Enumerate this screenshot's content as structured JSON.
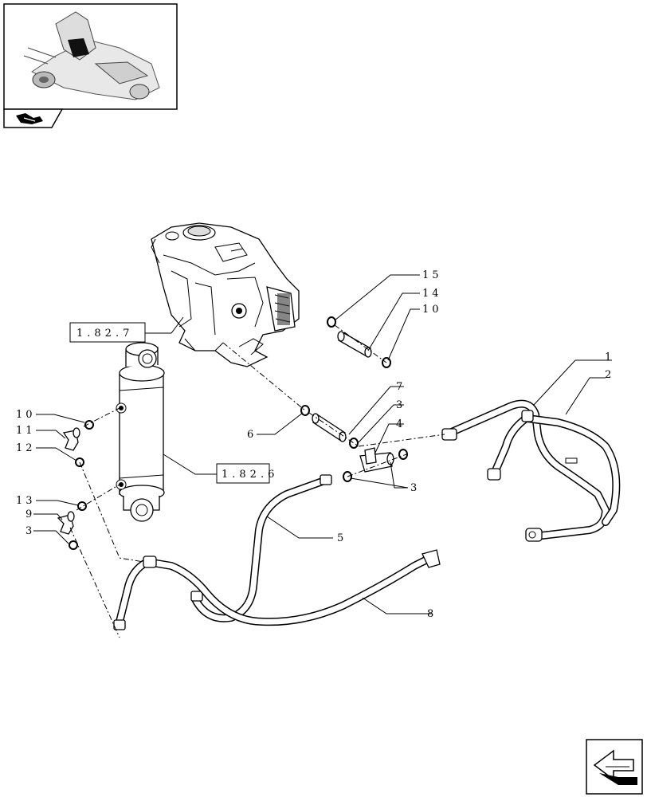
{
  "diagram": {
    "callouts": [
      {
        "id": "c1",
        "text": "1"
      },
      {
        "id": "c2",
        "text": "2"
      },
      {
        "id": "c3a",
        "text": "3"
      },
      {
        "id": "c3b",
        "text": "3"
      },
      {
        "id": "c3c",
        "text": "3"
      },
      {
        "id": "c4",
        "text": "4"
      },
      {
        "id": "c5",
        "text": "5"
      },
      {
        "id": "c6",
        "text": "6"
      },
      {
        "id": "c7",
        "text": "7"
      },
      {
        "id": "c8",
        "text": "8"
      },
      {
        "id": "c9",
        "text": "9"
      },
      {
        "id": "c10a",
        "text": "10"
      },
      {
        "id": "c10b",
        "text": "10"
      },
      {
        "id": "c11",
        "text": "11"
      },
      {
        "id": "c12",
        "text": "12"
      },
      {
        "id": "c13",
        "text": "13"
      },
      {
        "id": "c14",
        "text": "14"
      },
      {
        "id": "c15",
        "text": "15"
      }
    ],
    "references": [
      {
        "id": "ref_valve",
        "text": "1.82.7"
      },
      {
        "id": "ref_cylinder",
        "text": "1.82.6"
      }
    ]
  },
  "icons": {
    "thumbnail": "tractor-transmission-thumbnail",
    "section": "section-arrow-icon",
    "nav": "navigation-arrow-icon"
  }
}
